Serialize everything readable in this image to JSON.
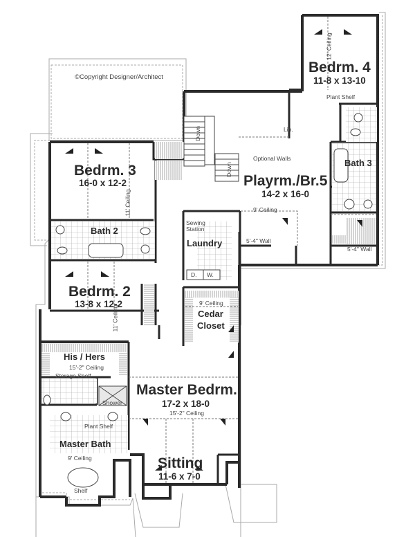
{
  "copyright": "©Copyright Designer/Architect",
  "rooms": {
    "bedrm4": {
      "name": "Bedrm. 4",
      "dims": "11-8 x 13-10",
      "ceiling": "12' Ceiling",
      "plant_shelf": "Plant Shelf"
    },
    "bedrm3": {
      "name": "Bedrm. 3",
      "dims": "16-0 x 12-2",
      "ceiling": "11' Ceiling"
    },
    "bath2": {
      "name": "Bath 2"
    },
    "bath3": {
      "name": "Bath 3"
    },
    "playroom": {
      "name": "Playrm./Br.5",
      "dims": "14-2 x 16-0",
      "ceiling": "9' Ceiling",
      "optional_walls": "Optional Walls",
      "wall_left": "5'-4\" Wall",
      "wall_right": "5'-4\" Wall"
    },
    "laundry": {
      "name": "Laundry",
      "sewing": "Sewing Station",
      "dryer": "D.",
      "washer": "W."
    },
    "bedrm2": {
      "name": "Bedrm. 2",
      "dims": "13-8 x 12-2",
      "ceiling": "11' Ceiling"
    },
    "cedar_closet": {
      "name_line1": "Cedar",
      "name_line2": "Closet",
      "ceiling": "9' Ceiling"
    },
    "his_hers": {
      "name": "His / Hers",
      "ceiling": "15'-2\" Ceiling",
      "storage_shelf": "Storage Shelf",
      "shower": "Shower",
      "plant_shelf": "Plant Shelf"
    },
    "master_bedrm": {
      "name": "Master Bedrm.",
      "dims": "17-2 x 18-0",
      "ceiling": "15'-2\" Ceiling"
    },
    "master_bath": {
      "name": "Master Bath",
      "ceiling": "9' Ceiling",
      "shelf": "Shelf"
    },
    "sitting": {
      "name": "Sitting",
      "dims": "11-6 x 7-0"
    }
  },
  "stairs": {
    "down1": "Down",
    "down2": "Down"
  },
  "linen": "Lin."
}
